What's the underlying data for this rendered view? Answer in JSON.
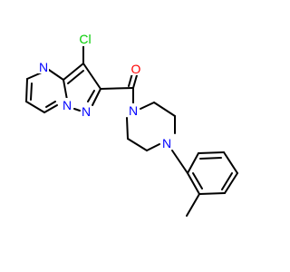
{
  "diagram": {
    "type": "chemical-structure",
    "colors": {
      "bond": "#000000",
      "nitrogen": "#0000ff",
      "oxygen": "#ff0000",
      "chlorine": "#00cc00"
    },
    "atom_labels": {
      "chlorine": "Cl",
      "oxygen": "O",
      "n_pyrimidine_top": "N",
      "n_bridgehead": "N",
      "n_pyrazole": "N",
      "n_piperazine_amide": "N",
      "n_piperazine_benzyl": "N"
    }
  }
}
